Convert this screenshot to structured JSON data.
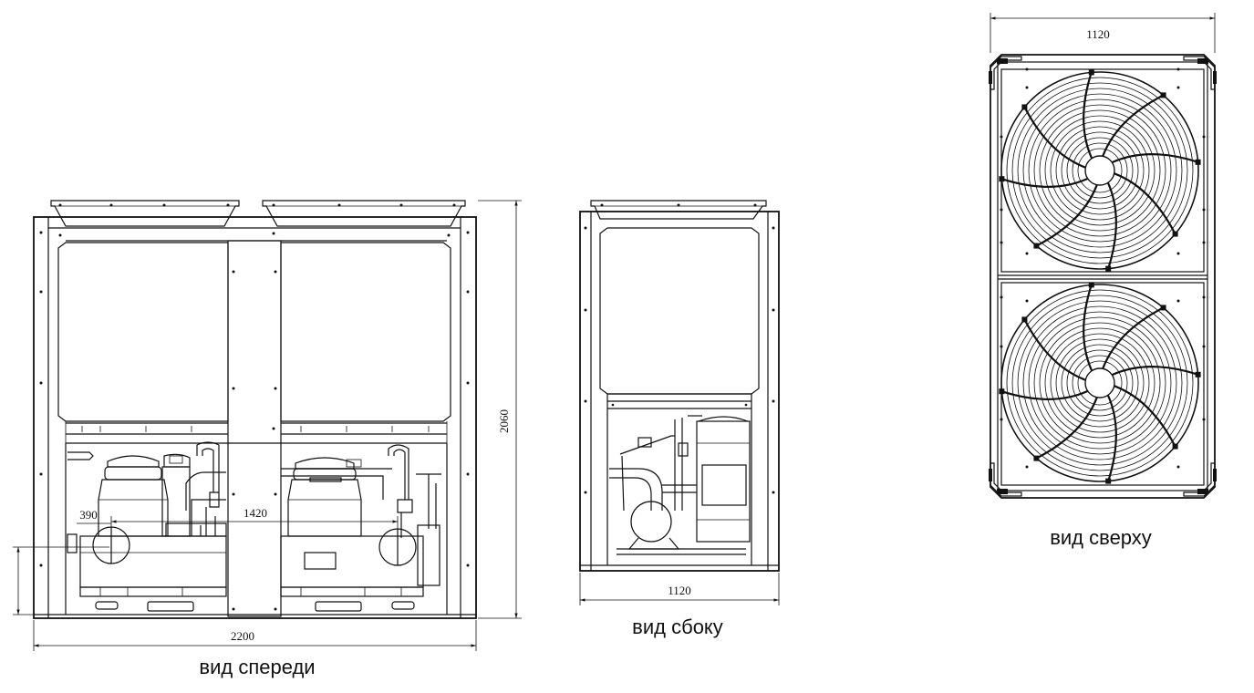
{
  "views": {
    "front": {
      "caption": "вид спереди",
      "dim_width": "2200",
      "dim_height": "2060",
      "dim_center": "1420",
      "dim_offset": "390"
    },
    "side": {
      "caption": "вид сбоку",
      "dim_width": "1120"
    },
    "top": {
      "caption": "вид сверху",
      "dim_width": "1120"
    }
  }
}
